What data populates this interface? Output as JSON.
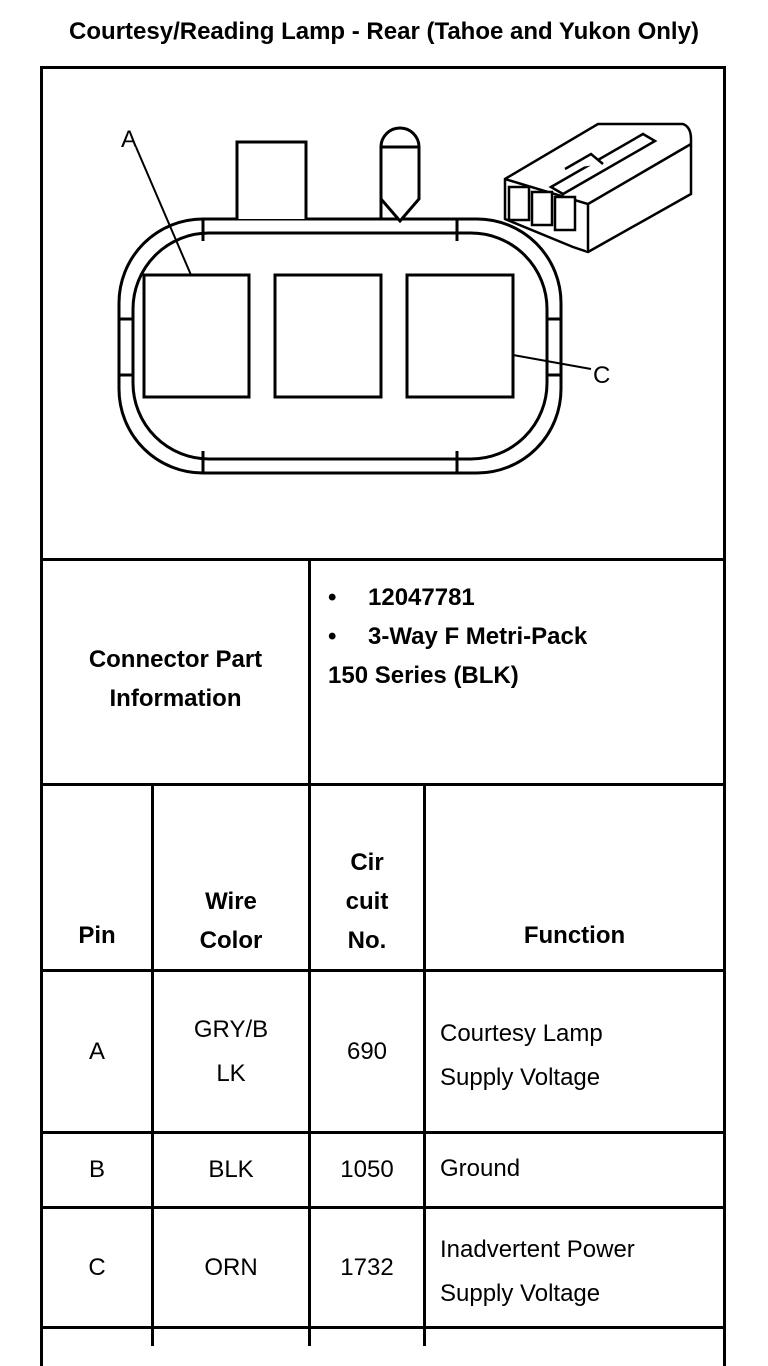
{
  "title": "Courtesy/Reading Lamp - Rear (Tahoe and Yukon Only)",
  "diagram": {
    "label_a": "A",
    "label_c": "C",
    "main_icon": "connector-face-icon",
    "inset_icon": "connector-body-icon"
  },
  "connector_info": {
    "label_line1": "Connector Part",
    "label_line2": "Information",
    "bullet1": "12047781",
    "bullet2": "3-Way F Metri-Pack",
    "bullet2_cont": "150 Series (BLK)",
    "bullet_glyph": "•"
  },
  "table": {
    "headers": {
      "pin": "Pin",
      "wire_line1": "Wire",
      "wire_line2": "Color",
      "circuit_line1": "Cir",
      "circuit_line2": "cuit",
      "circuit_line3": "No.",
      "function": "Function"
    },
    "rows": [
      {
        "pin": "A",
        "wire_line1": "GRY/B",
        "wire_line2": "LK",
        "circuit": "690",
        "function_line1": "Courtesy Lamp",
        "function_line2": "Supply Voltage"
      },
      {
        "pin": "B",
        "wire_line1": "BLK",
        "wire_line2": "",
        "circuit": "1050",
        "function_line1": "Ground",
        "function_line2": ""
      },
      {
        "pin": "C",
        "wire_line1": "ORN",
        "wire_line2": "",
        "circuit": "1732",
        "function_line1": "Inadvertent Power",
        "function_line2": "Supply Voltage"
      }
    ]
  }
}
